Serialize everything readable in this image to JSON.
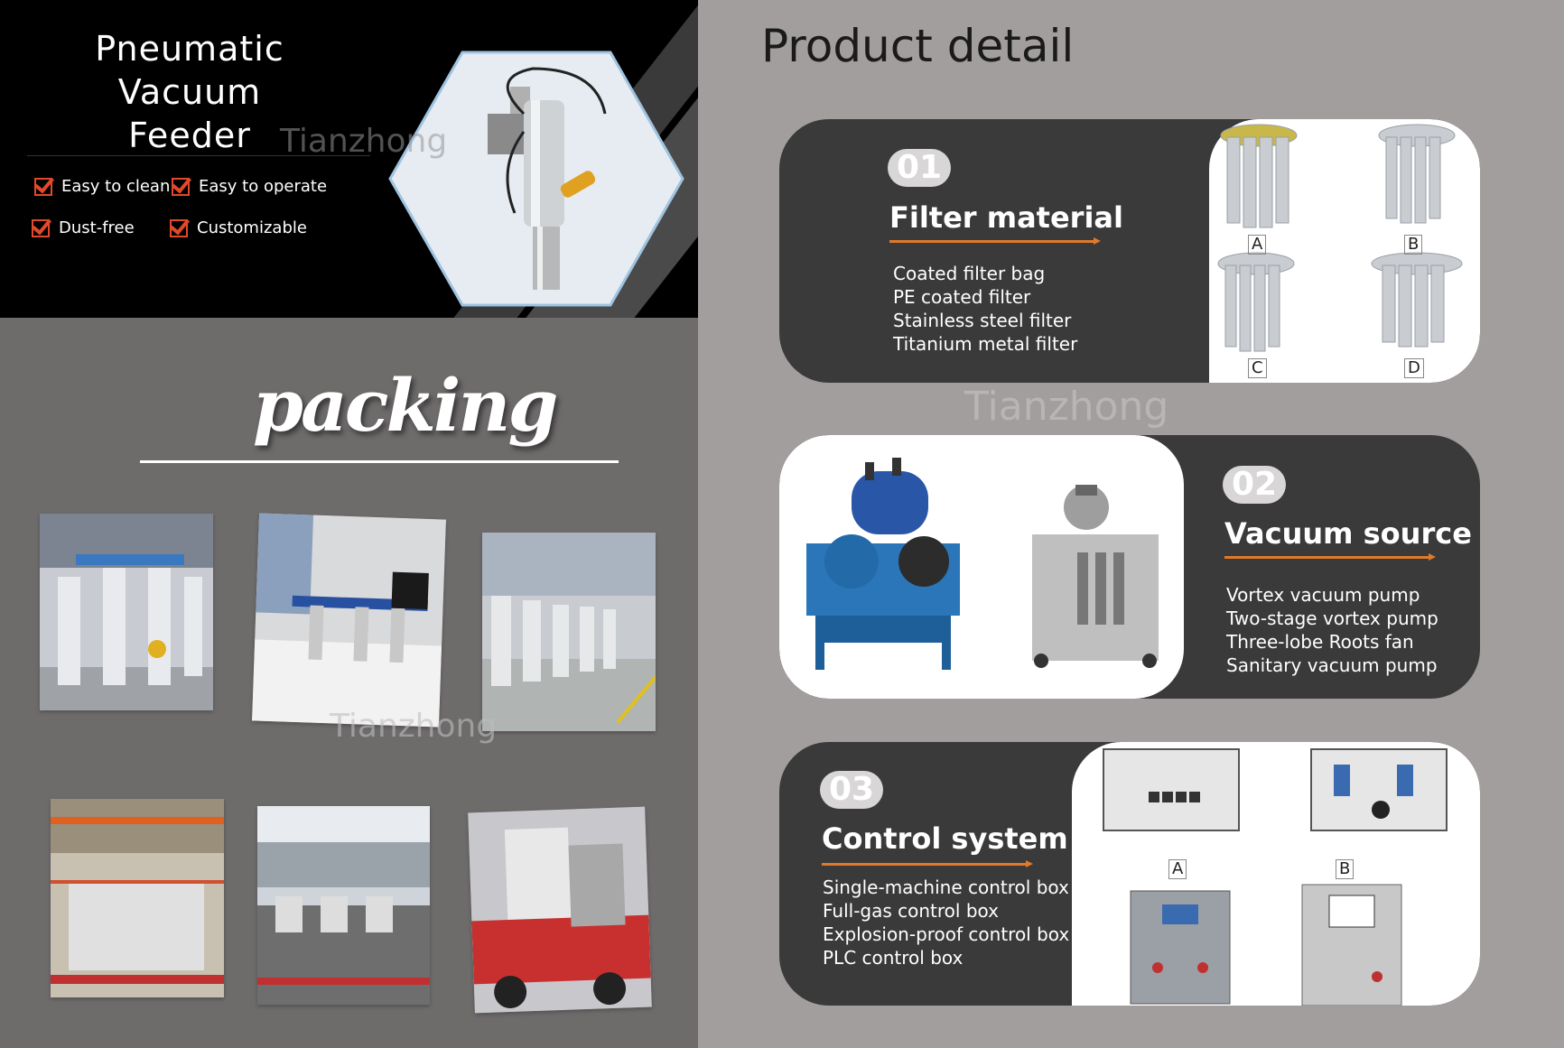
{
  "hero": {
    "title_line1": "Pneumatic Vacuum",
    "title_line2": "Feeder",
    "watermark": "Tianzhong",
    "features": [
      "Easy to clean",
      "Easy to operate",
      "Dust-free",
      "Customizable"
    ]
  },
  "packing": {
    "title": "packing",
    "watermark": "Tianzhong"
  },
  "product": {
    "title": "Product detail",
    "watermark": "Tianzhong",
    "sections": [
      {
        "num": "01",
        "title": "Filter material",
        "items": [
          "Coated filter bag",
          "PE coated filter",
          "Stainless steel filter",
          "Titanium metal filter"
        ],
        "labels": [
          "A",
          "B",
          "C",
          "D"
        ]
      },
      {
        "num": "02",
        "title": "Vacuum source",
        "items": [
          "Vortex vacuum pump",
          "Two-stage vortex pump",
          "Three-lobe Roots fan",
          "Sanitary vacuum pump"
        ]
      },
      {
        "num": "03",
        "title": "Control system",
        "items": [
          "Single-machine control box",
          "Full-gas control box",
          "Explosion-proof control box",
          "PLC control box"
        ],
        "labels": [
          "A",
          "B"
        ]
      }
    ]
  },
  "colors": {
    "accent": "#e07a2a",
    "check": "#e04a2a",
    "card_dark": "#3a3a3a",
    "right_bg": "#a39e9e",
    "left_bg": "#6e6b6b"
  }
}
